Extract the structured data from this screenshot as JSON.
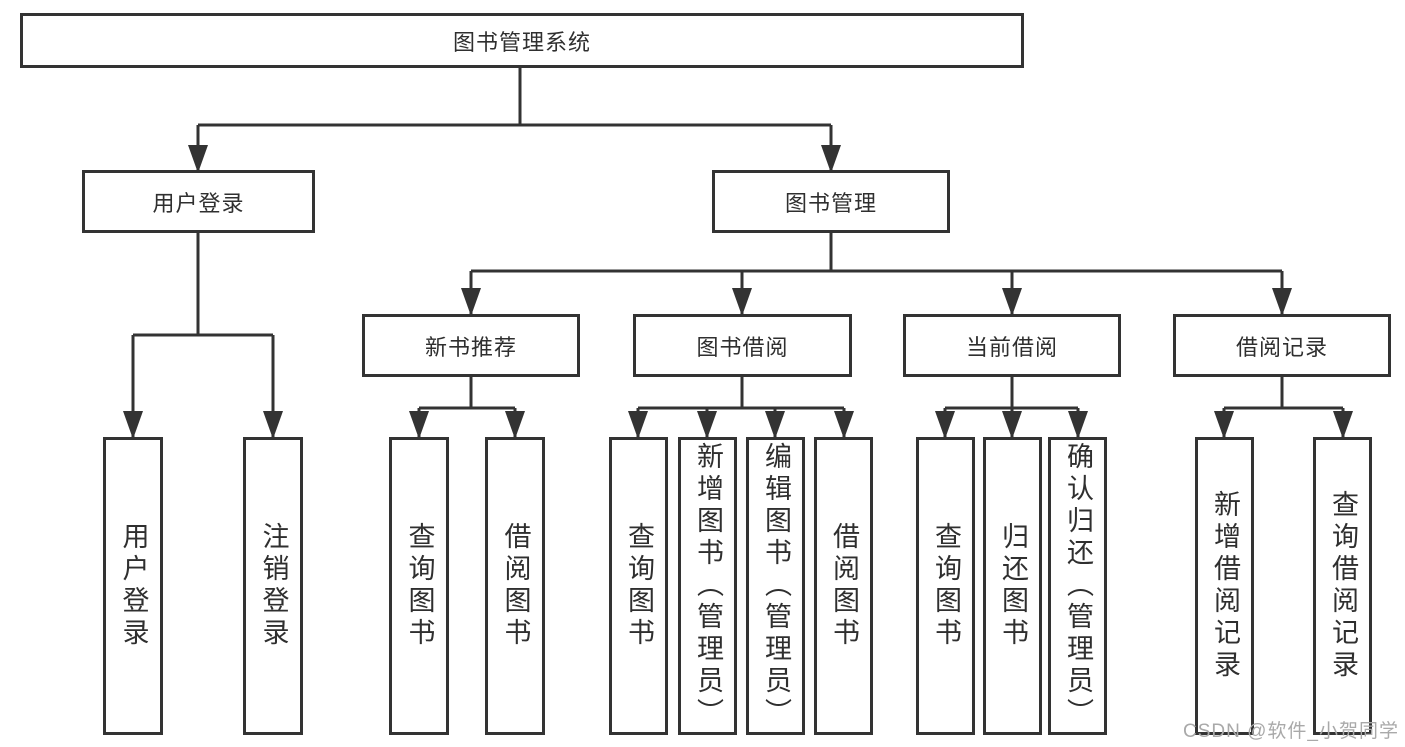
{
  "diagram": {
    "title": "图书管理系统",
    "root": {
      "label": "图书管理系统"
    },
    "level2": [
      {
        "label": "用户登录"
      },
      {
        "label": "图书管理"
      }
    ],
    "level3": [
      {
        "label": "新书推荐"
      },
      {
        "label": "图书借阅"
      },
      {
        "label": "当前借阅"
      },
      {
        "label": "借阅记录"
      }
    ],
    "leaves": {
      "user_login": [
        "用户登录",
        "注销登录"
      ],
      "new_book": [
        "查询图书",
        "借阅图书"
      ],
      "book_borrow": [
        "查询图书",
        "新增图书（管理员）",
        "编辑图书（管理员）",
        "借阅图书"
      ],
      "current_borrow": [
        "查询图书",
        "归还图书",
        "确认归还（管理员）"
      ],
      "borrow_record": [
        "新增借阅记录",
        "查询借阅记录"
      ]
    }
  },
  "watermark": {
    "text": "CSDN @软件_小贺同学"
  },
  "colors": {
    "line": "#333333",
    "text": "#2f2f2f",
    "watermark": "#a9a9a9",
    "background": "#ffffff"
  }
}
